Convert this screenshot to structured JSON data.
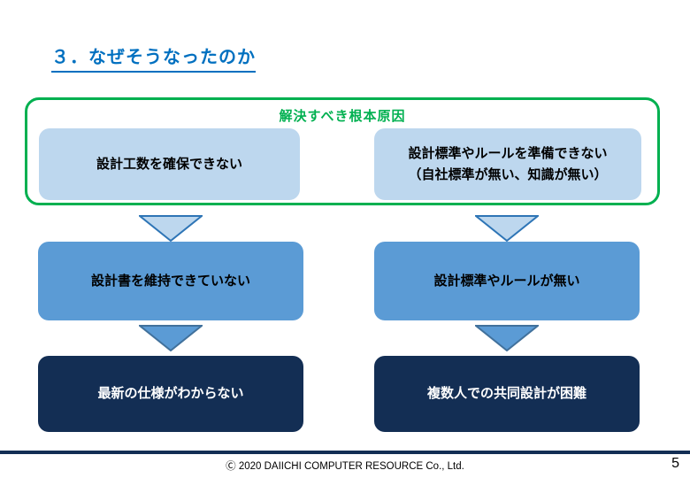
{
  "slide": {
    "title": "３．なぜそうなったのか"
  },
  "diagram": {
    "group_label": "解決すべき根本原因",
    "columns": [
      {
        "root": "設計工数を確保できない",
        "middle": "設計書を維持できていない",
        "bottom": "最新の仕様がわからない"
      },
      {
        "root": "設計標準やルールを準備できない\n（自社標準が無い、知識が無い）",
        "middle": "設計標準やルールが無い",
        "bottom": "複数人での共同設計が困難"
      }
    ]
  },
  "footer": {
    "copyright": "Ⓒ 2020 DAIICHI COMPUTER RESOURCE Co., Ltd.",
    "page_number": "5"
  },
  "colors": {
    "title_blue": "#0070C0",
    "group_border_green": "#00B050",
    "group_label_green": "#00B050",
    "root_box_fill": "#BDD7EE",
    "middle_box_fill": "#5B9BD5",
    "bottom_box_fill": "#132E54",
    "bottom_box_text": "#FFFFFF",
    "arrow_row1_fill": "#BDD7EE",
    "arrow_row1_border": "#2E75B6",
    "arrow_row2_fill": "#5B9BD5",
    "arrow_row2_border": "#41719C",
    "footer_line": "#132E54"
  }
}
